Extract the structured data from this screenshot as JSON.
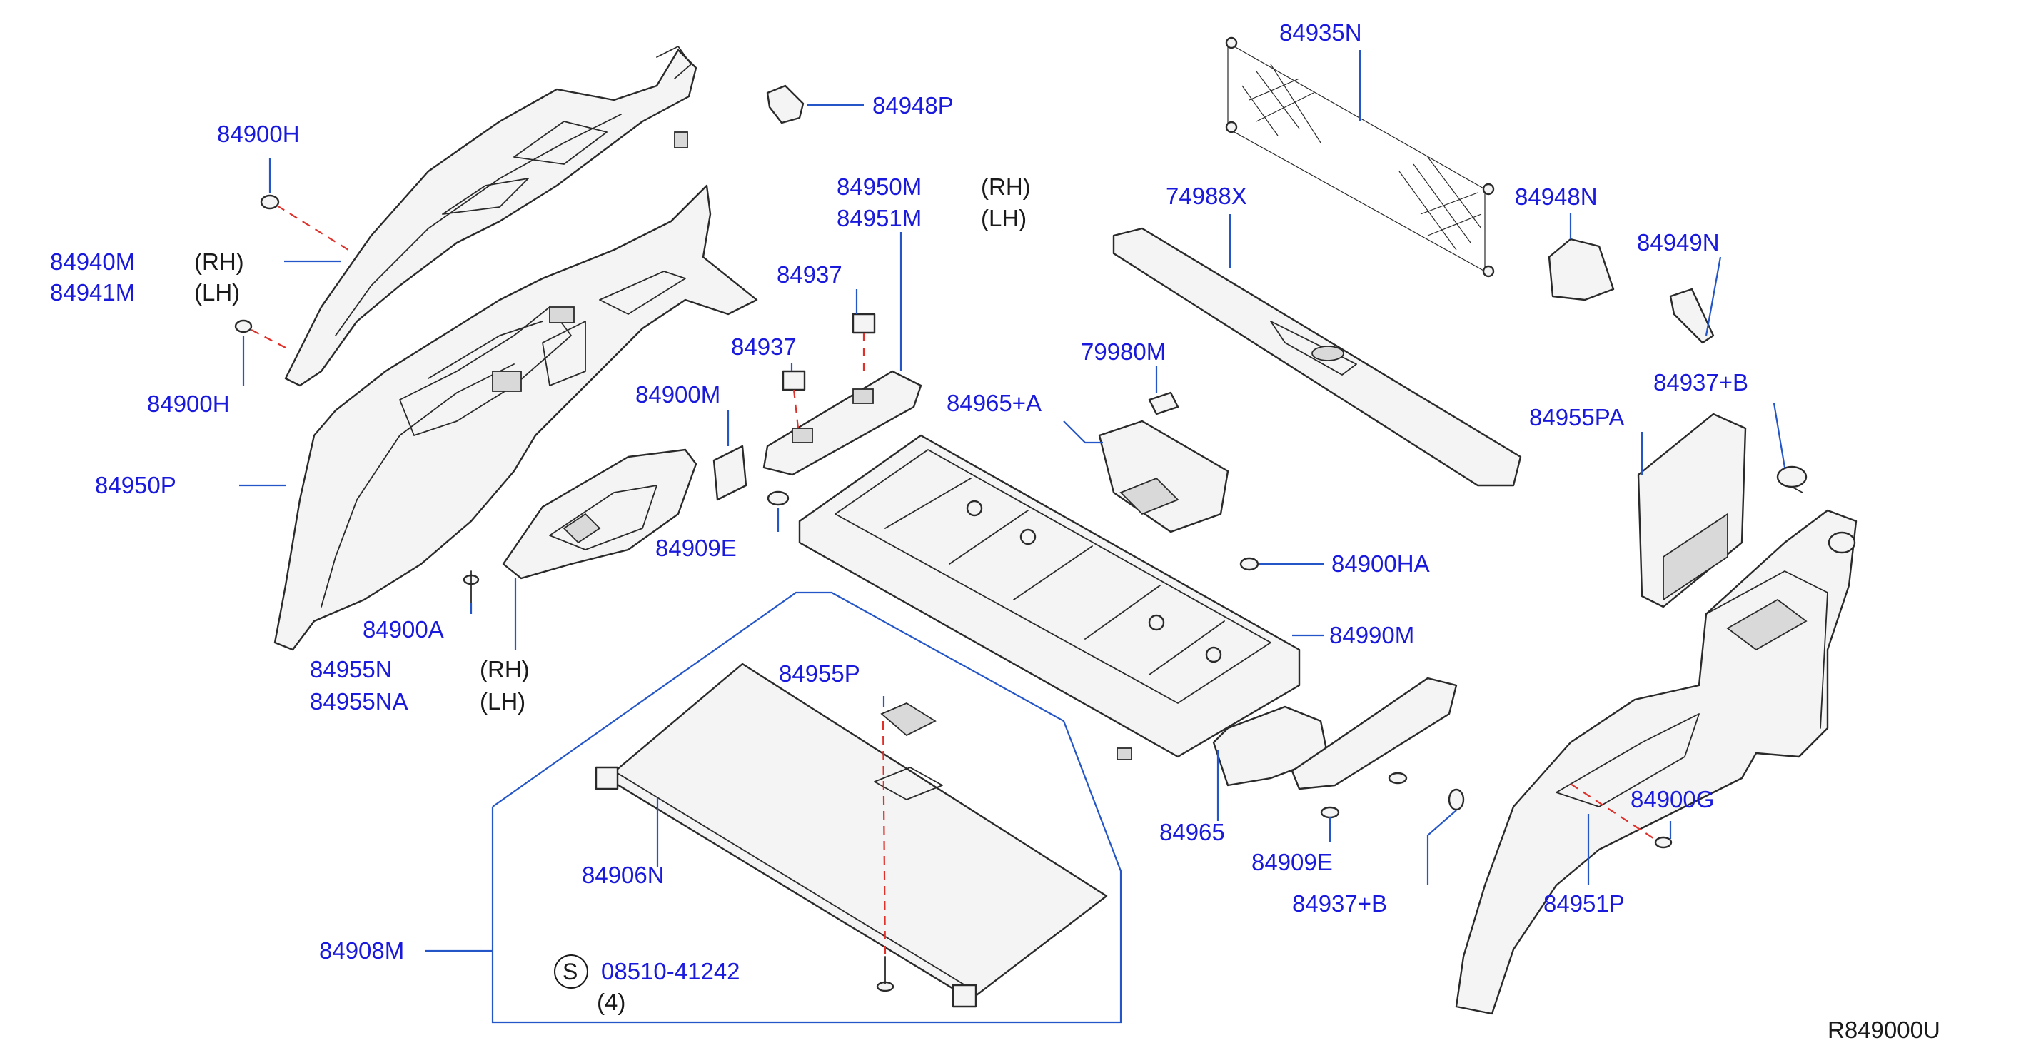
{
  "diagram_id": "R849000U",
  "service_symbol": "S",
  "labels": {
    "p84900H_top": "84900H",
    "p84940M": "84940M",
    "p84941M": "84941M",
    "rh_84940M": "(RH)",
    "lh_84941M": "(LH)",
    "p84900H_bottom": "84900H",
    "p84950P": "84950P",
    "p84948P": "84948P",
    "p84950M": "84950M",
    "p84951M": "84951M",
    "rh_84950M": "(RH)",
    "lh_84951M": "(LH)",
    "p84937_a": "84937",
    "p84937_b": "84937",
    "p84900M": "84900M",
    "p84909E_left": "84909E",
    "p84900A": "84900A",
    "p84955N": "84955N",
    "p84955NA": "84955NA",
    "rh_84955N": "(RH)",
    "lh_84955NA": "(LH)",
    "p84955P": "84955P",
    "p84906N": "84906N",
    "p84908M": "84908M",
    "p08510": "08510-41242",
    "qty_08510": "(4)",
    "p84935N": "84935N",
    "p74988X": "74988X",
    "p84948N": "84948N",
    "p84949N": "84949N",
    "p79980M": "79980M",
    "p84965A": "84965+A",
    "p84937B_top": "84937+B",
    "p84955PA": "84955PA",
    "p84900HA": "84900HA",
    "p84990M": "84990M",
    "p84965": "84965",
    "p84909E_right": "84909E",
    "p84937B_bottom": "84937+B",
    "p84900G": "84900G",
    "p84951P": "84951P"
  }
}
